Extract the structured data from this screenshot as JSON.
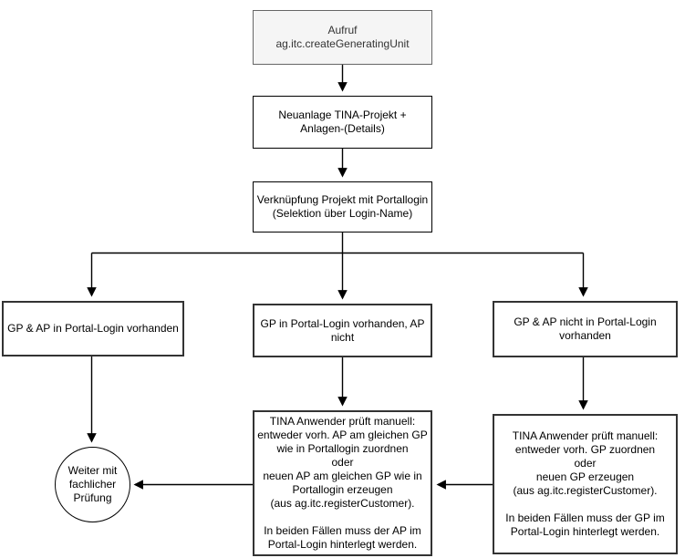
{
  "diagram": {
    "type": "flowchart",
    "colors": {
      "start_fill": "#f5f5f5",
      "start_border": "#666666",
      "start_text": "#333333",
      "node_fill": "#ffffff",
      "node_border": "#333333",
      "edge_line": "#000000"
    },
    "nodes": {
      "call": {
        "shape": "rect",
        "text": "Aufruf\nag.itc.createGeneratingUnit"
      },
      "create_project": {
        "shape": "rect",
        "text": "Neuanlage TINA-Projekt +\nAnlagen-(Details)"
      },
      "link_login": {
        "shape": "rect",
        "text": "Verknüpfung Projekt mit Portallogin\n(Selektion über Login-Name)"
      },
      "case_both": {
        "shape": "rect",
        "text": "GP & AP in Portal-Login vorhanden"
      },
      "case_gp_only": {
        "shape": "rect",
        "text": "GP in Portal-Login vorhanden, AP\nnicht"
      },
      "case_none": {
        "shape": "rect",
        "text": "GP & AP nicht in Portal-Login\nvorhanden"
      },
      "manual_ap": {
        "shape": "rect",
        "text": "TINA Anwender prüft manuell:\nentweder vorh. AP am gleichen GP\nwie in Portallogin zuordnen\noder\nneuen AP am gleichen GP wie in\nPortallogin erzeugen\n(aus ag.itc.registerCustomer).\n\nIn beiden Fällen muss der AP im\nPortal-Login hinterlegt werden."
      },
      "manual_gp": {
        "shape": "rect",
        "text": "TINA Anwender prüft manuell:\nentweder vorh. GP zuordnen\noder\nneuen GP erzeugen\n(aus ag.itc.registerCustomer).\n\nIn beiden Fällen muss der GP im\nPortal-Login hinterlegt werden."
      },
      "continue_check": {
        "shape": "circle",
        "text": "Weiter mit\nfachlicher\nPrüfung"
      }
    },
    "edges": [
      {
        "from": "call",
        "to": "create_project"
      },
      {
        "from": "create_project",
        "to": "link_login"
      },
      {
        "from": "link_login",
        "to": "case_both"
      },
      {
        "from": "link_login",
        "to": "case_gp_only"
      },
      {
        "from": "link_login",
        "to": "case_none"
      },
      {
        "from": "case_both",
        "to": "continue_check"
      },
      {
        "from": "case_gp_only",
        "to": "manual_ap"
      },
      {
        "from": "case_none",
        "to": "manual_gp"
      },
      {
        "from": "manual_gp",
        "to": "manual_ap"
      },
      {
        "from": "manual_ap",
        "to": "continue_check"
      }
    ]
  }
}
